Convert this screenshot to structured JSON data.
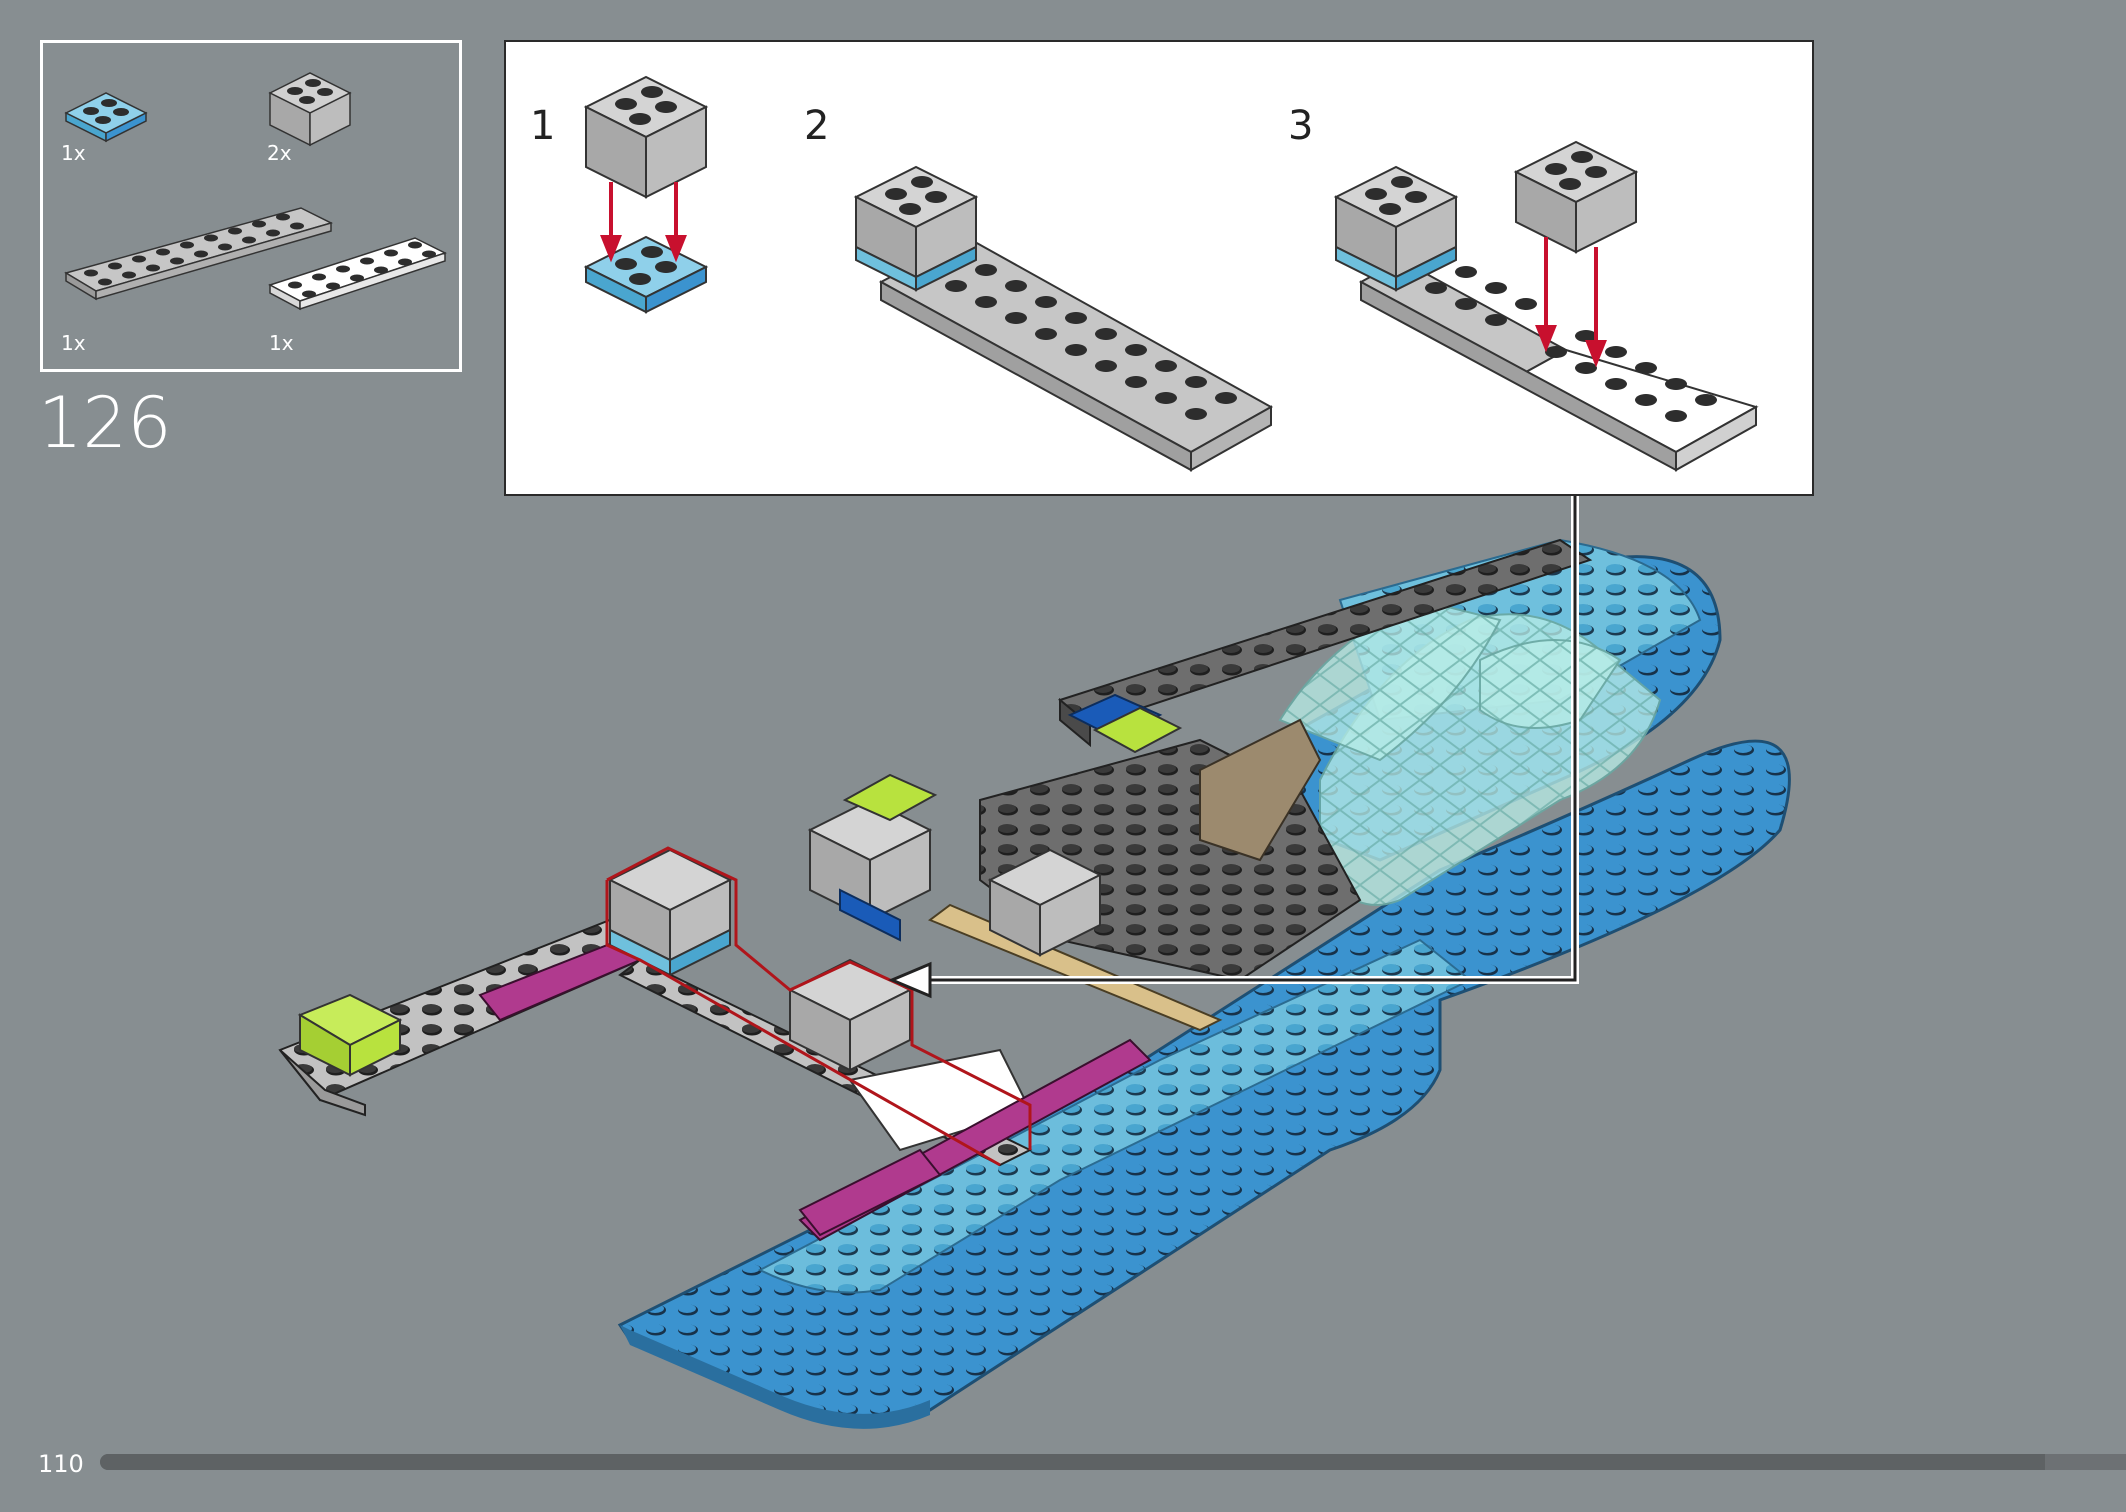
{
  "parts": [
    {
      "qty": "1x",
      "color": "#6fc0dd"
    },
    {
      "qty": "2x",
      "color": "#bdbdbd"
    },
    {
      "qty": "1x",
      "color": "#b0b0b0"
    },
    {
      "qty": "1x",
      "color": "#ffffff"
    }
  ],
  "step": "126",
  "substeps": [
    "1",
    "2",
    "3"
  ],
  "page": "110",
  "progress": 0.96,
  "colors": {
    "background": "#878e91",
    "arrow": "#c8102e",
    "callout_outline": "#b0151b",
    "dark_plate": "#585858",
    "light_gray": "#bdbdbd",
    "medium_azure": "#3b93cf",
    "light_azure": "#6fc0dd",
    "trans_light_blue": "#b8ece6",
    "magenta": "#b03a8e",
    "lime": "#b8e23e",
    "tan": "#d9c08a",
    "dark_tan": "#9c8a6e",
    "blue": "#1a5bb8"
  }
}
